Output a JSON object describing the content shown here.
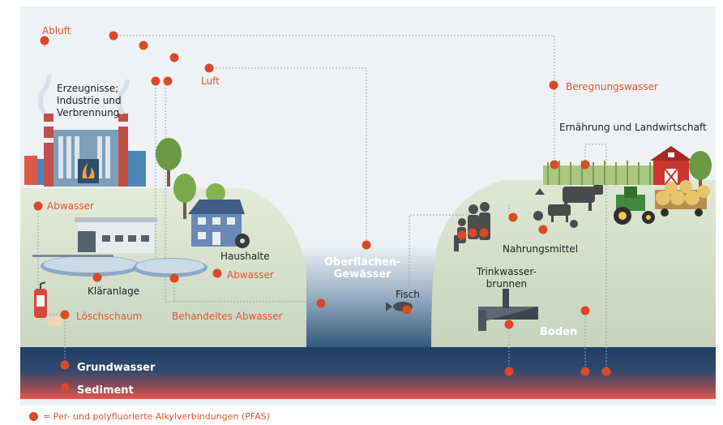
{
  "colors": {
    "pfas_dot": "#d94a27",
    "label_orange": "#e4532d",
    "sky": "#eef2f5",
    "land": "#dbe4d3",
    "water": "#2c4f72",
    "groundwater": "#27456a",
    "sediment": "#d9534c"
  },
  "labels": {
    "abluft": "Abluft",
    "erzeugnisse": "Erzeugnisse;\nIndustrie und\nVerbrennung",
    "luft": "Luft",
    "beregnungswasser": "Beregnungswasser",
    "ernaehrung": "Ernährung und Landwirtschaft",
    "abwasser_left": "Abwasser",
    "haushalte": "Haushalte",
    "abwasser_right": "Abwasser",
    "klaeranlage": "Kläranlage",
    "oberflaechen": "Oberflächen-\nGewässer",
    "nahrungsmittel": "Nahrungsmittel",
    "trinkwasser": "Trinkwasser-\nbrunnen",
    "fisch": "Fisch",
    "loeschschaum": "Löschschaum",
    "behandeltes": "Behandeltes Abwasser",
    "boden": "Boden",
    "grundwasser": "Grundwasser",
    "sediment": "Sediment"
  },
  "legend": {
    "text": "= Per- und polyfluorierte Alkylverbindungen (PFAS)"
  },
  "icons": [
    "factory-icon",
    "treatment-plant-icon",
    "house-icon",
    "tree-icon",
    "family-icon",
    "fish-icon",
    "cow-icon",
    "tractor-icon",
    "barn-icon",
    "well-icon",
    "fire-extinguisher-icon",
    "pfas-dot-icon"
  ]
}
